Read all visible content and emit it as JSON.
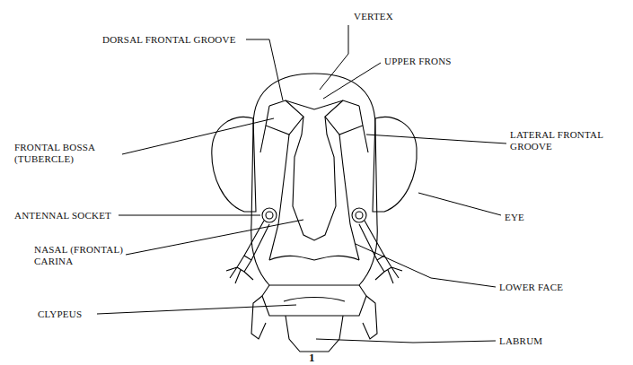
{
  "diagram": {
    "labels": [
      "VERTEX",
      "DORSAL FRONTAL GROOVE",
      "UPPER FRONS",
      "FRONTAL BOSSA (TUBERCLE)",
      "LATERAL FRONTAL GROOVE",
      "ANTENNAL SOCKET",
      "EYE",
      "NASAL (FRONTAL) CARINA",
      "LOWER FACE",
      "CLYPEUS",
      "LABRUM",
      "1"
    ]
  }
}
